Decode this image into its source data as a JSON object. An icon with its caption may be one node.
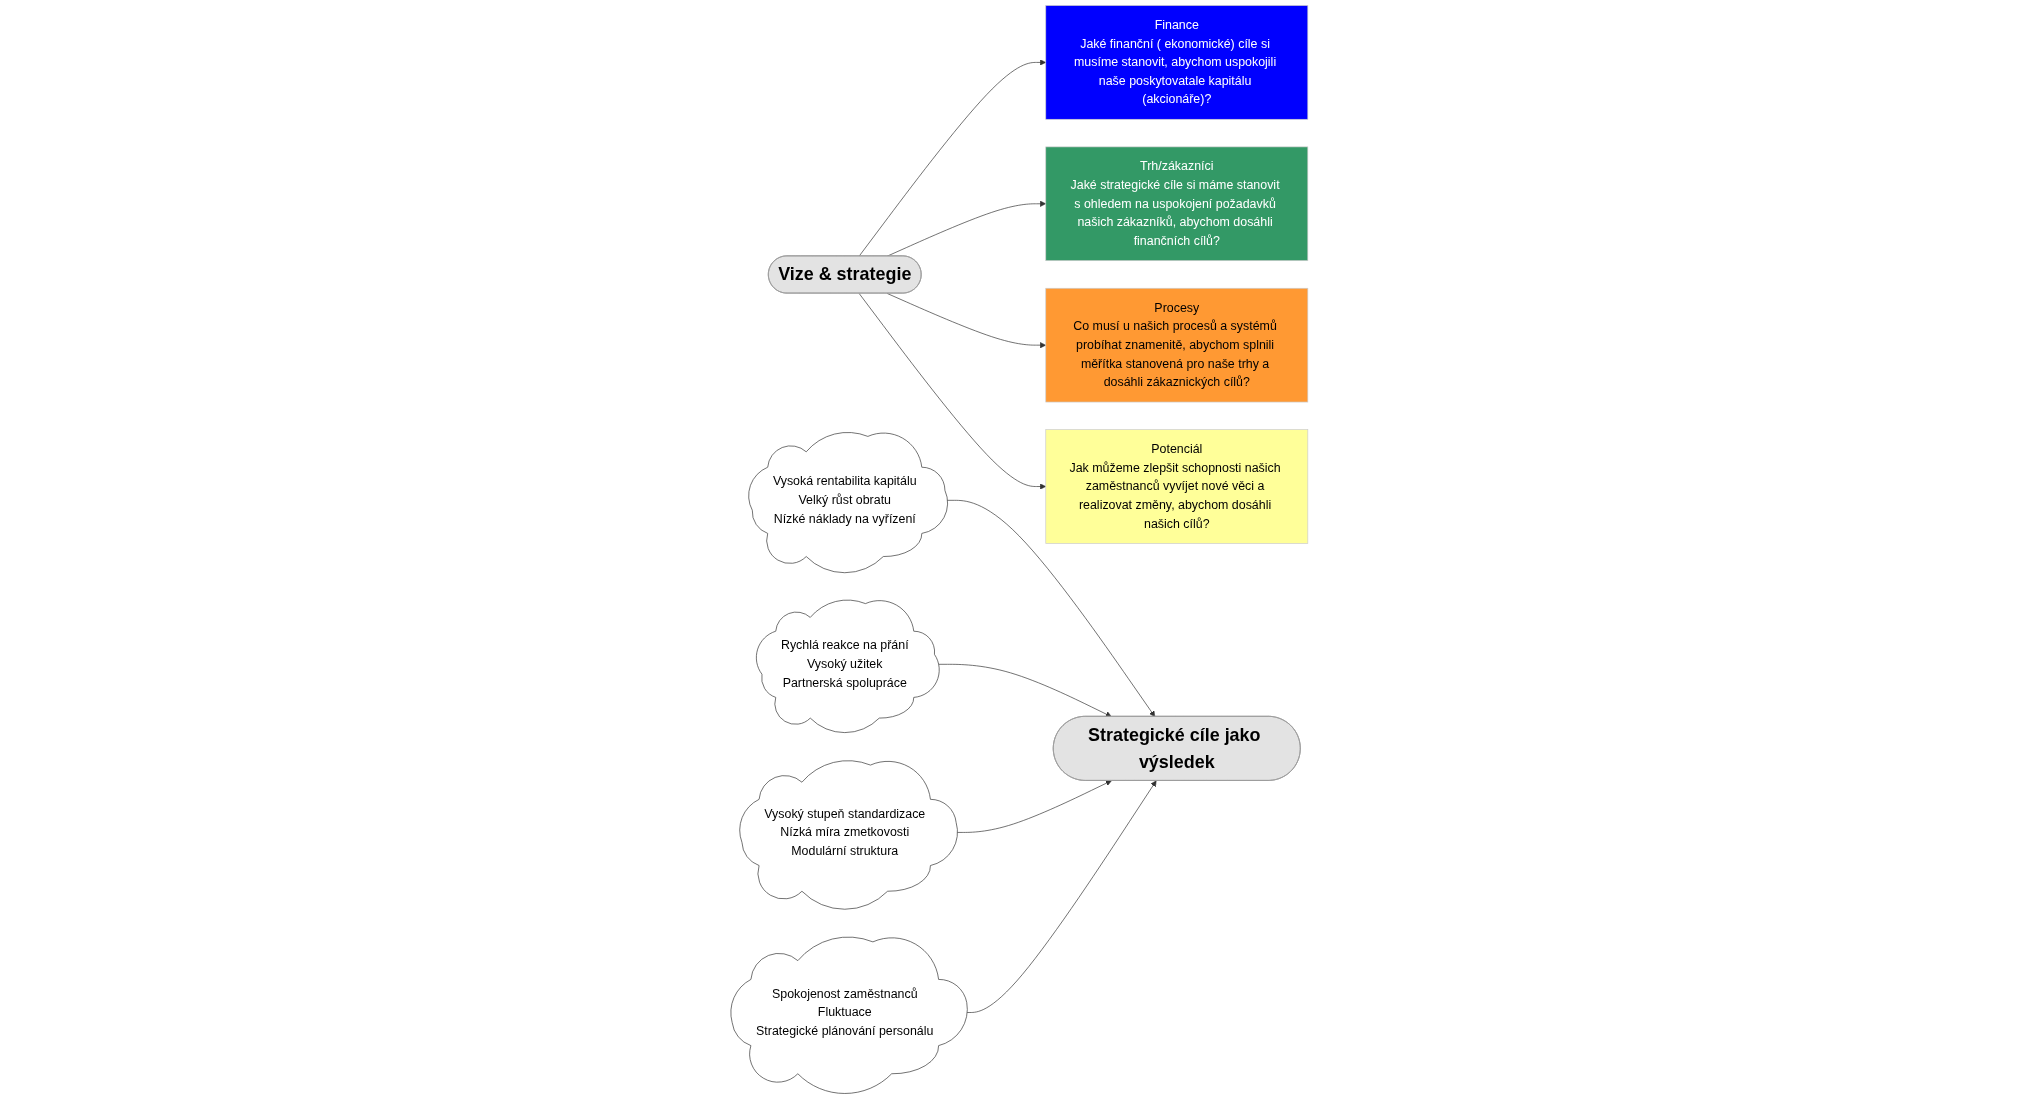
{
  "diagram": {
    "nodes": [
      {
        "text": [
          "Vize & strategie"
        ]
      },
      {
        "text": [
          "Finance",
          "Jaké finanční ( ekonomické) cíle si musíme stanovit, abychom uspokojili naše poskytovatale kapitálu (akcionáře)?"
        ]
      },
      {
        "text": [
          "Trh/zákazníci",
          "Jaké strategické cíle si máme stanovit s ohledem na uspokojení požadavků našich zákazníků, abychom dosáhli finančních cílů?"
        ]
      },
      {
        "text": [
          "Procesy",
          "Co musí u našich procesů a systémů probíhat znamenitě, abychom splnili měřítka stanovená pro naše trhy a dosáhli zákaznických cílů?"
        ]
      },
      {
        "text": [
          "Potenciál",
          "Jak můžeme zlepšit schopnosti našich zaměstnanců vyvíjet nové věci a realizovat změny, abychom dosáhli našich cílů?"
        ]
      },
      {
        "text": [
          "Vysoká rentabilita kapitálu",
          "Velký růst obratu",
          "Nízké náklady na vyřízení"
        ]
      },
      {
        "text": [
          "Rychlá reakce na přání",
          "Vysoký užitek",
          "Partnerská spolupráce"
        ]
      },
      {
        "text": [
          "Vysoký stupeň standardizace",
          "Nízká míra zmetkovosti",
          "Modulární struktura"
        ]
      },
      {
        "text": [
          "Spokojenost zaměstnanců",
          "Fluktuace",
          "Strategické plánování personálu"
        ]
      },
      {
        "text": [
          "Strategické cíle jako výsledek"
        ]
      }
    ],
    "edges": [
      {
        "from": 0,
        "to": 1,
        "arrow": "to"
      },
      {
        "from": 0,
        "to": 2,
        "arrow": "to"
      },
      {
        "from": 0,
        "to": 3,
        "arrow": "to"
      },
      {
        "from": 0,
        "to": 4,
        "arrow": "to"
      },
      {
        "from": 5,
        "to": 9,
        "arrow": "to"
      },
      {
        "from": 6,
        "to": 9,
        "arrow": "to"
      },
      {
        "from": 7,
        "to": 9,
        "arrow": "to"
      },
      {
        "from": 8,
        "to": 9,
        "arrow": "to"
      }
    ]
  }
}
